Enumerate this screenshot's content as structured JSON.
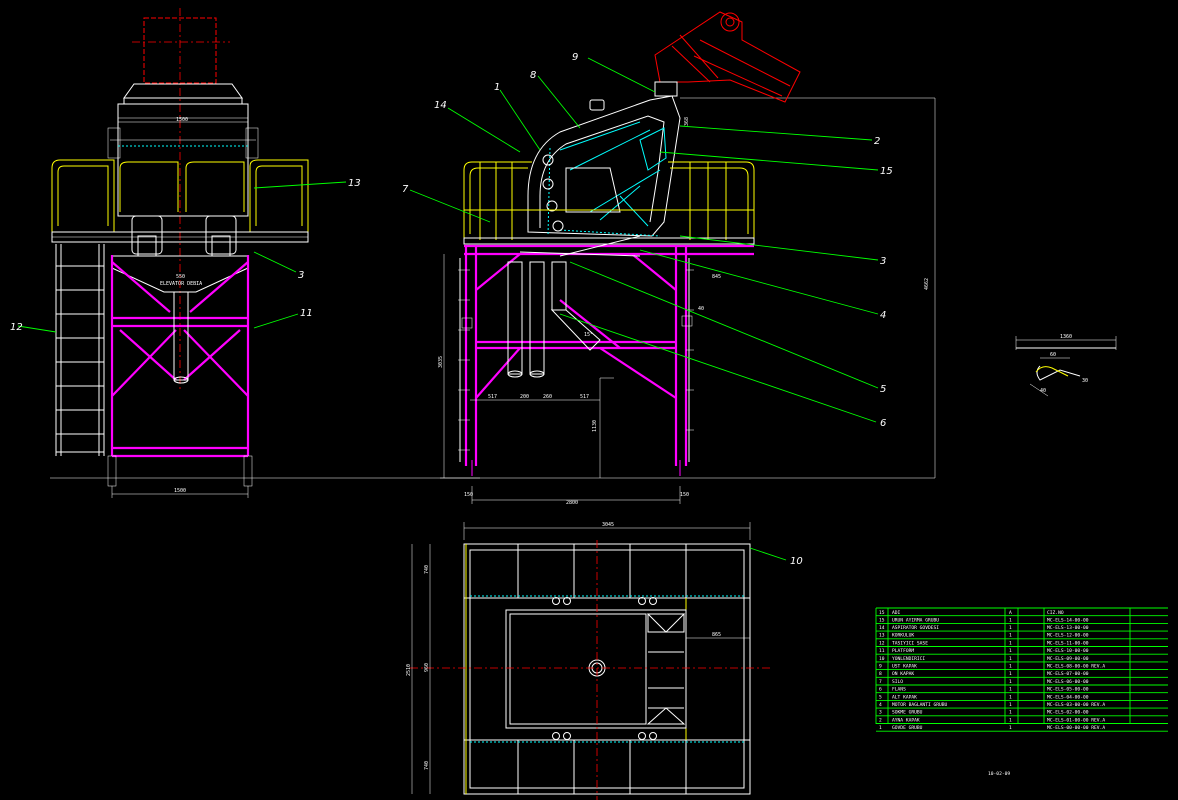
{
  "drawing": {
    "callouts": {
      "c1": "1",
      "c2": "2",
      "c3a": "3",
      "c3b": "3",
      "c4": "4",
      "c5": "5",
      "c6": "6",
      "c7": "7",
      "c8": "8",
      "c9": "9",
      "c10": "10",
      "c11": "11",
      "c12": "12",
      "c13": "13",
      "c14": "14",
      "c15": "15"
    },
    "dimensions": {
      "front_top_width": "1500",
      "front_base_width": "1500",
      "front_mid_label": "ELEVATOR DEBIA",
      "front_inner_width": "550",
      "side_base_width": "2800",
      "side_overall_height": "4662",
      "side_leg_height": "3035",
      "side_lower_height": "1130",
      "side_right_offset": "845",
      "side_small_right": "40",
      "side_left_foot": "150",
      "side_right_foot": "150",
      "side_spacing_1": "517",
      "side_spacing_2": "200",
      "side_spacing_3": "260",
      "side_spacing_4": "517",
      "side_chute_angle": "15°",
      "side_hood_dim": "368",
      "plan_top_width": "3045",
      "plan_overall_depth": "2510",
      "plan_top_row": "740",
      "plan_mid_row": "960",
      "plan_bottom_row": "740",
      "plan_offset": "865",
      "detail_width": "1360",
      "detail_dim_a": "60",
      "detail_dim_b": "30",
      "detail_dim_c": "40"
    },
    "bom": {
      "header": {
        "no": "15",
        "name": "ADI",
        "qty": "A",
        "code": "CIZ.NO"
      },
      "rows": [
        {
          "no": "15",
          "name": "URUN AYIRMA GRUBU",
          "qty": "1",
          "code": "MC-ELS-14-00-00"
        },
        {
          "no": "14",
          "name": "ASPIRATOR GOVDESI",
          "qty": "1",
          "code": "MC-ELS-13-00-00"
        },
        {
          "no": "13",
          "name": "KORKULUK",
          "qty": "1",
          "code": "MC-ELS-12-00-00"
        },
        {
          "no": "12",
          "name": "TASIYICI SASE",
          "qty": "1",
          "code": "MC-ELS-11-00-00"
        },
        {
          "no": "11",
          "name": "PLATFORM",
          "qty": "1",
          "code": "MC-ELS-10-00-00"
        },
        {
          "no": "10",
          "name": "YONLENDIRICI",
          "qty": "1",
          "code": "MC-ELS-09-00-00"
        },
        {
          "no": "9",
          "name": "UST KAPAK",
          "qty": "1",
          "code": "MC-ELS-08-00-00 REV.A"
        },
        {
          "no": "8",
          "name": "ON KAPAK",
          "qty": "1",
          "code": "MC-ELS-07-00-00"
        },
        {
          "no": "7",
          "name": "SILO",
          "qty": "1",
          "code": "MC-ELS-06-00-00"
        },
        {
          "no": "6",
          "name": "FLANS",
          "qty": "1",
          "code": "MC-ELS-05-00-00"
        },
        {
          "no": "5",
          "name": "ALT KAPAK",
          "qty": "1",
          "code": "MC-ELS-04-00-00"
        },
        {
          "no": "4",
          "name": "MOTOR BAGLANTI GRUBU",
          "qty": "1",
          "code": "MC-ELS-03-00-00 REV.A"
        },
        {
          "no": "3",
          "name": "SOKME GRUBU",
          "qty": "1",
          "code": "MC-ELS-02-00-00"
        },
        {
          "no": "2",
          "name": "AYNA KAPAK",
          "qty": "1",
          "code": "MC-ELS-01-00-00 REV.A"
        },
        {
          "no": "1",
          "name": "GOVDE GRUBU",
          "qty": "1",
          "code": "MC-ELS-00-00-00 REV.A"
        }
      ],
      "date": "10-02-09"
    },
    "colors": {
      "background": "#000000",
      "frame": "#ffff00",
      "steel": "#ff00ff",
      "leader": "#00ff00",
      "dimension": "#ffffff",
      "centerline": "#ff0000",
      "hidden": "#00ffff"
    }
  }
}
